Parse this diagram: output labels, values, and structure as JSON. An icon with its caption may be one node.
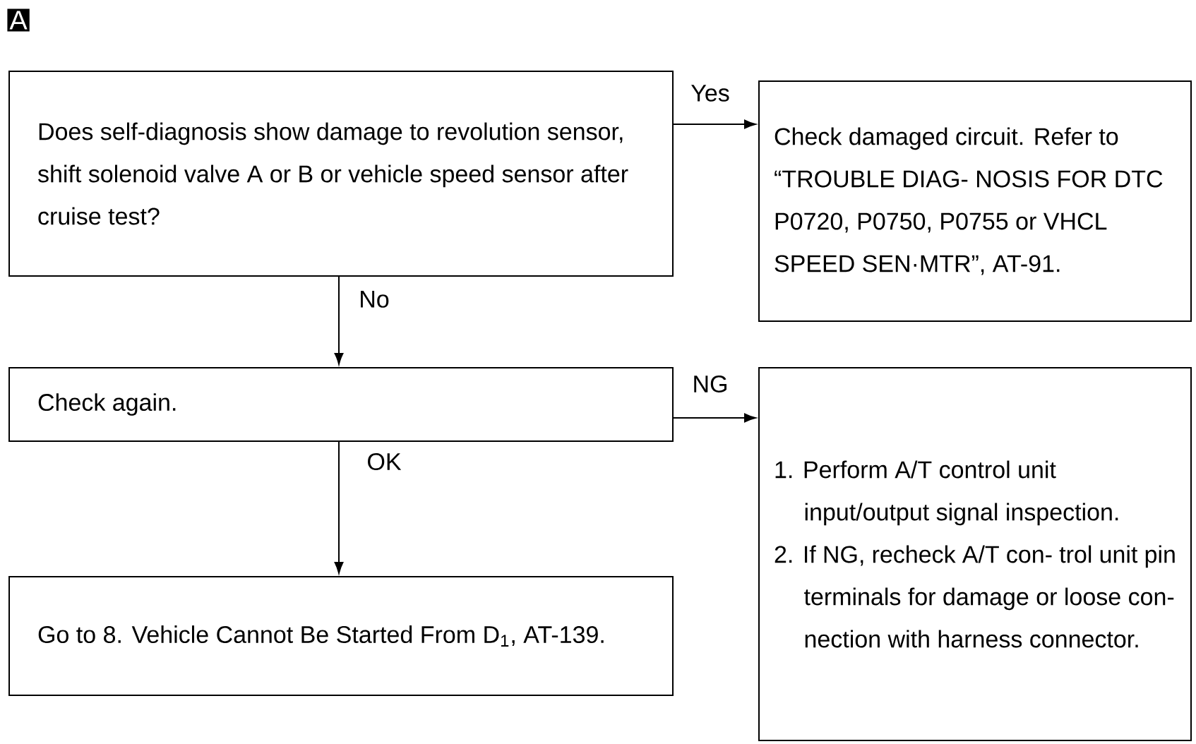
{
  "diagram": {
    "nodes": [
      {
        "text": [
          "Does self-diagnosis show damage to revolution sensor, shift solenoid valve A or B or vehicle speed sensor after cruise test?"
        ]
      },
      {
        "text": [
          "Check damaged circuit. Refer to “TROUBLE DIAG- NOSIS FOR DTC P0720, P0750, P0755 or VHCL SPEED SEN·MTR”, AT-91."
        ]
      },
      {
        "text": [
          "Check again."
        ]
      },
      {
        "text": [
          "1. Perform A/T control unit input/output signal inspection.",
          "2. If NG, recheck A/T con- trol unit pin terminals for damage or loose con- nection with harness connector."
        ]
      },
      {
        "text": [
          "Go to 8. Vehicle Cannot Be Started From D$_{1}$, AT-139."
        ]
      }
    ],
    "edges": [
      {
        "from": 0,
        "to": 1,
        "arrow": "to",
        "label": "Yes"
      },
      {
        "from": 0,
        "to": 2,
        "arrow": "to",
        "label": "No"
      },
      {
        "from": 2,
        "to": 3,
        "arrow": "to",
        "label": "NG"
      },
      {
        "from": 2,
        "to": 4,
        "arrow": "to",
        "label": "OK"
      }
    ],
    "labels": [
      "A"
    ]
  }
}
